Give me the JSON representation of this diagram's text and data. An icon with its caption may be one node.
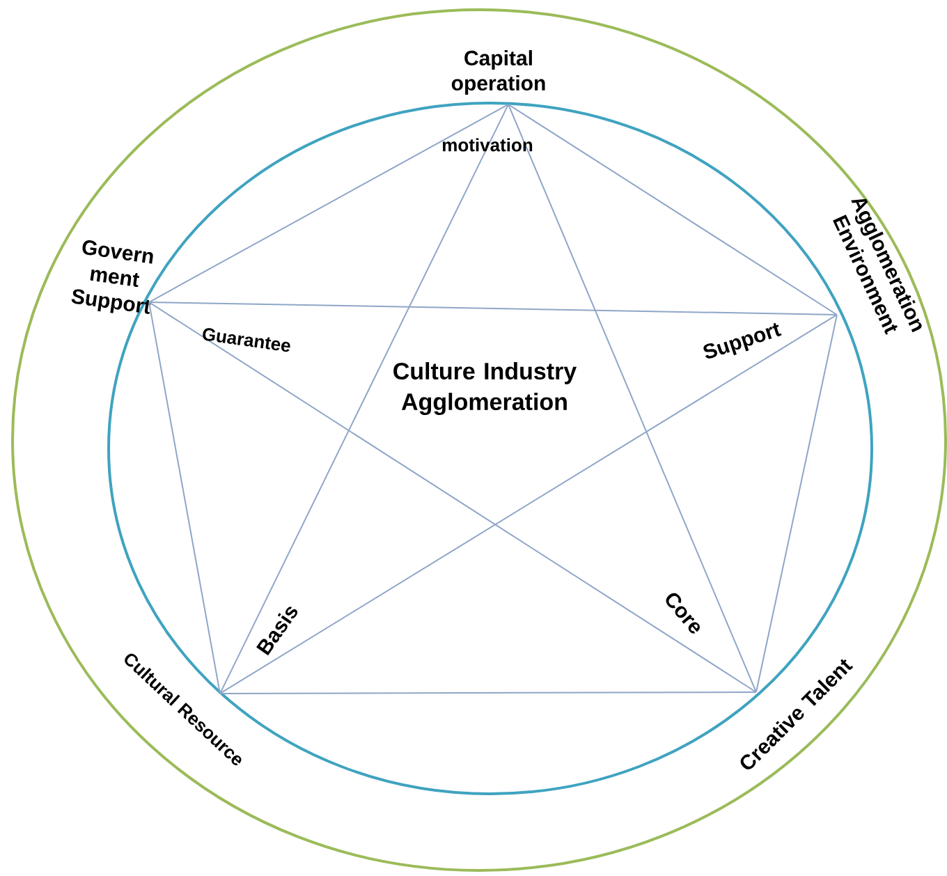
{
  "diagram": {
    "nodes": [
      {
        "text": [
          "Capital operation"
        ]
      },
      {
        "text": [
          "Agglomeration Environment"
        ]
      },
      {
        "text": [
          "Govern ment Support"
        ]
      },
      {
        "text": [
          "Cultural Resource"
        ]
      },
      {
        "text": [
          "Creative Talent"
        ]
      }
    ],
    "edges": [
      {
        "from": 0,
        "to": 1,
        "arrow": "none"
      },
      {
        "from": 1,
        "to": 4,
        "arrow": "none"
      },
      {
        "from": 4,
        "to": 3,
        "arrow": "none"
      },
      {
        "from": 3,
        "to": 2,
        "arrow": "none"
      },
      {
        "from": 2,
        "to": 0,
        "arrow": "none"
      },
      {
        "from": 0,
        "to": 3,
        "arrow": "none"
      },
      {
        "from": 0,
        "to": 4,
        "arrow": "none"
      },
      {
        "from": 2,
        "to": 1,
        "arrow": "none"
      },
      {
        "from": 2,
        "to": 4,
        "arrow": "none"
      },
      {
        "from": 1,
        "to": 3,
        "arrow": "none"
      }
    ],
    "labels": [
      "motivation",
      "Guarantee",
      "Culture Industry Agglomeration",
      "Support",
      "Basis",
      "Core"
    ]
  }
}
